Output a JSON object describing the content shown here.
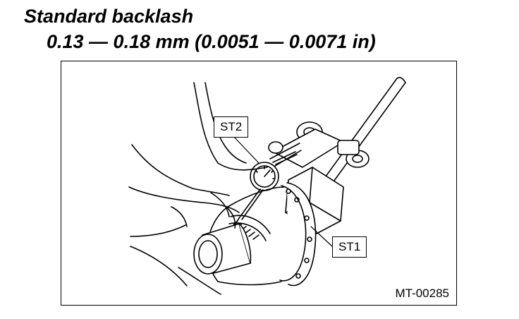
{
  "heading": "Standard backlash",
  "spec": "0.13 — 0.18 mm (0.0051 — 0.0071 in)",
  "figure": {
    "callout_st2": "ST2",
    "callout_st1": "ST1",
    "figure_id": "MT-00285"
  }
}
